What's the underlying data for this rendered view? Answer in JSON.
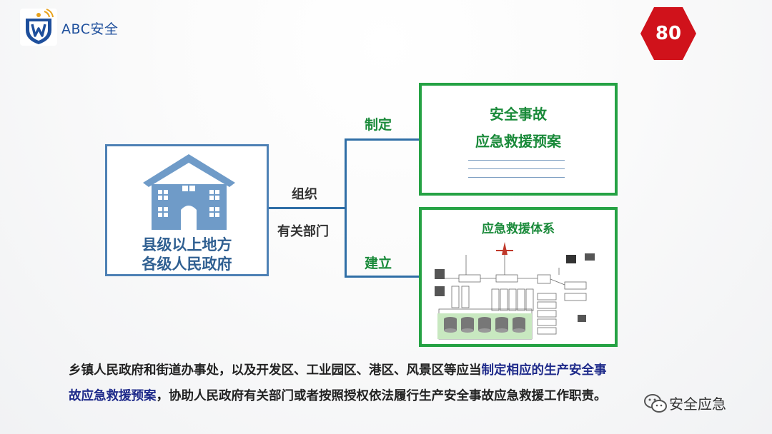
{
  "brand": {
    "name": "ABC安全"
  },
  "page_number": "80",
  "gov_box": {
    "line1": "县级以上地方",
    "line2": "各级人民政府"
  },
  "connectors": {
    "organize": "组织",
    "departments": "有关部门",
    "formulate": "制定",
    "establish": "建立"
  },
  "plan_box": {
    "line1": "安全事故",
    "line2": "应急救援预案"
  },
  "system_box": {
    "title": "应急救援体系"
  },
  "paragraph": {
    "part1": "乡镇人民政府和街道办事处，以及开发区、工业园区、港区、风景区等应当",
    "highlight1": "制定相应的生产安全事",
    "highlight2": "故应急救援预案",
    "part2": "，协助人民政府有关部门或者按照授权依法履行生产安全事故应急救援工作职责。"
  },
  "watermark": {
    "text": "安全应急"
  },
  "colors": {
    "brand_blue": "#1e4f9c",
    "accent_red": "#d0121b",
    "green": "#25a244",
    "frame_blue": "#4e81b5"
  }
}
